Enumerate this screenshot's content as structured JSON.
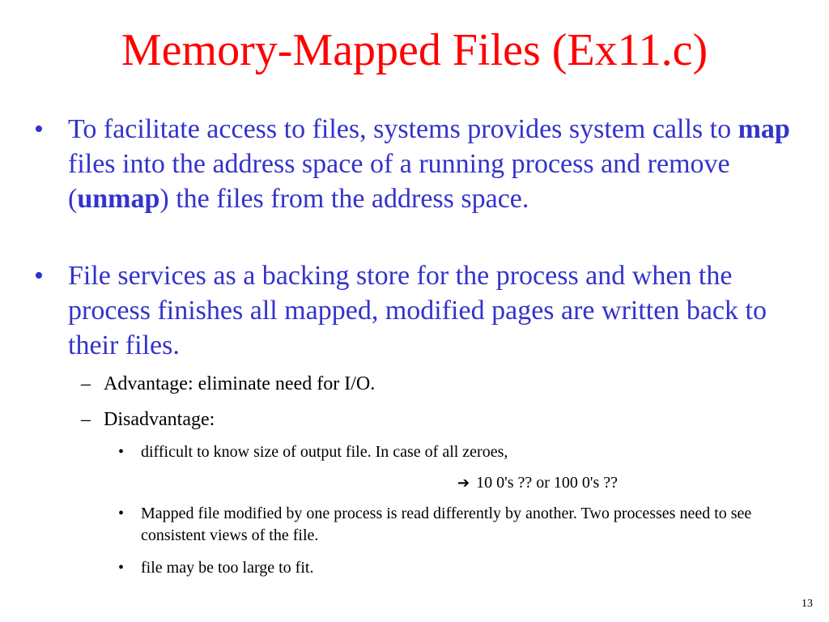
{
  "colors": {
    "title": "#ff0000",
    "body": "#3333cc",
    "sub": "#000000"
  },
  "title": "Memory-Mapped Files (Ex11.c)",
  "bullets": [
    {
      "mark": "•",
      "parts": [
        "To facilitate access to files, systems provides system calls to ",
        "map",
        " files into the address space of a running process and remove (",
        "unmap",
        ") the files from the address space."
      ]
    },
    {
      "mark": "•",
      "text": "File services as a backing store for the process and when the process finishes all mapped, modified pages are written back to their files."
    }
  ],
  "sub_bullets": [
    {
      "mark": "–",
      "text": "Advantage: eliminate need for I/O."
    },
    {
      "mark": "–",
      "text": "Disadvantage:"
    }
  ],
  "sub_sub_bullets": [
    {
      "mark": "•",
      "text": "difficult to know size of output file.  In case of all zeroes,"
    },
    {
      "mark": "•",
      "text": "Mapped file modified by one process is read differently by another.  Two processes need to see consistent views of the file."
    },
    {
      "mark": "•",
      "text": "file may be too large to fit."
    }
  ],
  "arrow_line": {
    "icon": "right-arrow-icon",
    "glyph": "➔",
    "text": "10 0's ?? or 100 0's ??"
  },
  "page_number": "13"
}
